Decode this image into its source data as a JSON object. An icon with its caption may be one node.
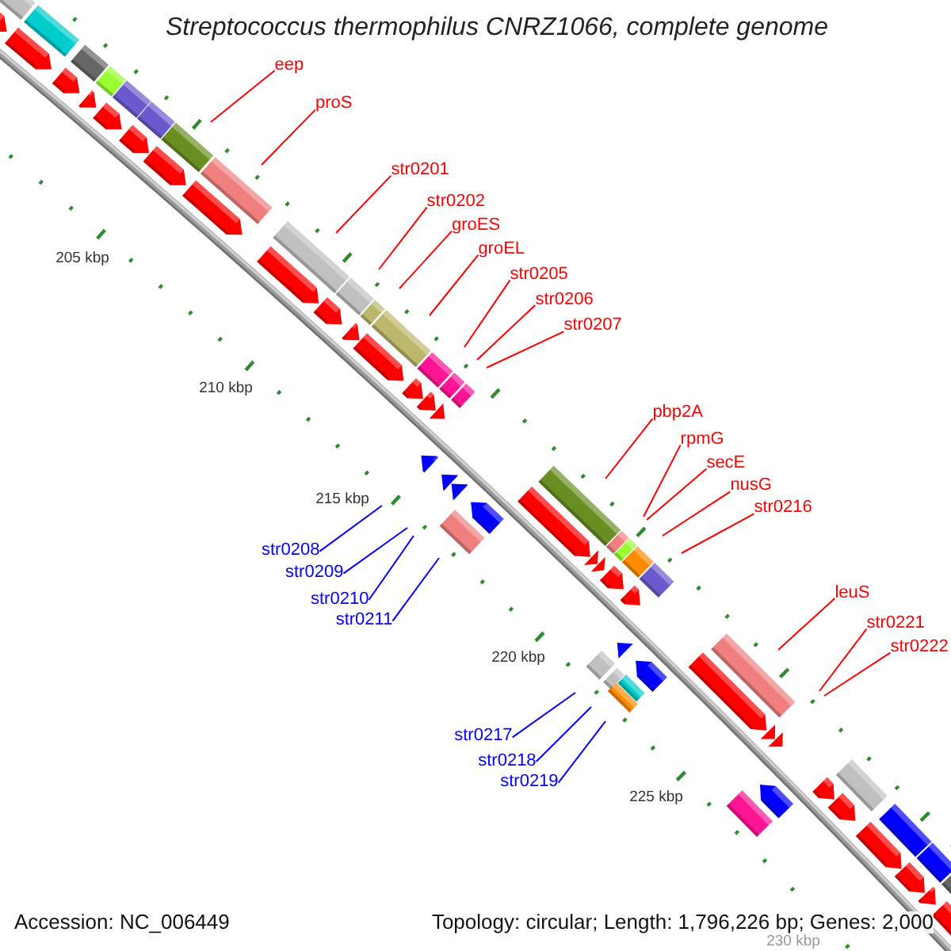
{
  "diagram": {
    "title": "Streptococcus thermophilus CNRZ1066, complete genome",
    "nodes": [
      {
        "text": [
          "eep"
        ]
      },
      {
        "text": [
          "proS"
        ]
      },
      {
        "text": [
          "str0201"
        ]
      },
      {
        "text": [
          "str0202"
        ]
      },
      {
        "text": [
          "groES"
        ]
      },
      {
        "text": [
          "groEL"
        ]
      },
      {
        "text": [
          "str0205"
        ]
      },
      {
        "text": [
          "str0206"
        ]
      },
      {
        "text": [
          "str0207"
        ]
      },
      {
        "text": [
          "str0208"
        ]
      },
      {
        "text": [
          "str0209"
        ]
      },
      {
        "text": [
          "str0210"
        ]
      },
      {
        "text": [
          "str0211"
        ]
      },
      {
        "text": [
          "pbp2A"
        ]
      },
      {
        "text": [
          "rpmG"
        ]
      },
      {
        "text": [
          "secE"
        ]
      },
      {
        "text": [
          "nusG"
        ]
      },
      {
        "text": [
          "str0216"
        ]
      },
      {
        "text": [
          "str0217"
        ]
      },
      {
        "text": [
          "str0218"
        ]
      },
      {
        "text": [
          "str0219"
        ]
      },
      {
        "text": [
          "leuS"
        ]
      },
      {
        "text": [
          "str0221"
        ]
      },
      {
        "text": [
          "str0222"
        ]
      }
    ],
    "edges": [
      {
        "from": 0,
        "to": null,
        "arrow": "none"
      },
      {
        "from": 1,
        "to": null,
        "arrow": "none"
      },
      {
        "from": 2,
        "to": null,
        "arrow": "none"
      },
      {
        "from": 3,
        "to": null,
        "arrow": "none"
      },
      {
        "from": 4,
        "to": null,
        "arrow": "none"
      },
      {
        "from": 5,
        "to": null,
        "arrow": "none"
      },
      {
        "from": 6,
        "to": null,
        "arrow": "none"
      },
      {
        "from": 7,
        "to": null,
        "arrow": "none"
      },
      {
        "from": 8,
        "to": null,
        "arrow": "none"
      },
      {
        "from": 9,
        "to": null,
        "arrow": "none",
        "color": "#0000ff"
      },
      {
        "from": 10,
        "to": null,
        "arrow": "none",
        "color": "#0000ff"
      },
      {
        "from": 11,
        "to": null,
        "arrow": "none",
        "color": "#0000ff"
      },
      {
        "from": 12,
        "to": null,
        "arrow": "none",
        "color": "#0000ff"
      },
      {
        "from": 13,
        "to": null,
        "arrow": "none"
      },
      {
        "from": 14,
        "to": null,
        "arrow": "none"
      },
      {
        "from": 15,
        "to": null,
        "arrow": "none"
      },
      {
        "from": 16,
        "to": null,
        "arrow": "none"
      },
      {
        "from": 17,
        "to": null,
        "arrow": "none"
      },
      {
        "from": 18,
        "to": null,
        "arrow": "none",
        "color": "#0000ff"
      },
      {
        "from": 19,
        "to": null,
        "arrow": "none",
        "color": "#0000ff"
      },
      {
        "from": 20,
        "to": null,
        "arrow": "none",
        "color": "#0000ff"
      },
      {
        "from": 21,
        "to": null,
        "arrow": "none"
      },
      {
        "from": 22,
        "to": null,
        "arrow": "none"
      },
      {
        "from": 23,
        "to": null,
        "arrow": "none"
      }
    ],
    "labels": [
      "205 kbp",
      "210 kbp",
      "215 kbp",
      "220 kbp",
      "225 kbp",
      "230 kbp",
      "Accession: NC_006449",
      "Topology: circular; Length: 1,796,226 bp; Genes: 2,000"
    ]
  }
}
